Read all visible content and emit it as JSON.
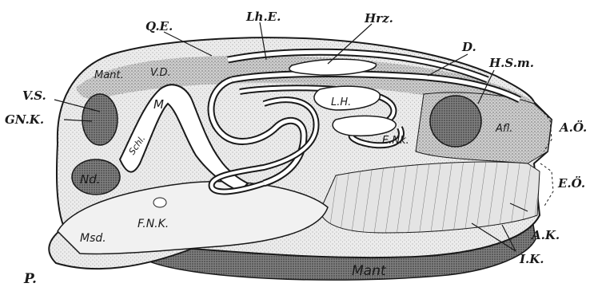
{
  "labels": {
    "oe": "Q.E.",
    "lhe": "Lh.E.",
    "hrz": "Hrz.",
    "d": "D.",
    "hsm": "H.S.m.",
    "vs": "V.S.",
    "gnk": "GN.K.",
    "ao": "A.Ö.",
    "eo": "E.Ö.",
    "ak": "A.K.",
    "ik": "I.K.",
    "p": "P.",
    "mant_top": "Mant.",
    "vd": "V.D.",
    "m": "M",
    "schl": "Schl.",
    "nd": "Nd.",
    "lh": "L.H.",
    "enk": "E.Nk.",
    "afl": "Afl.",
    "fnk": "F.N.K.",
    "msd": "Msd.",
    "mant_bottom": "Mant"
  },
  "colors": {
    "ink": "#1a1a1a",
    "stipple_light": "#e9e9e9",
    "stipple_mid": "#c9c9c9",
    "stipple_dark": "#7c7c7c",
    "paper": "#ffffff"
  }
}
